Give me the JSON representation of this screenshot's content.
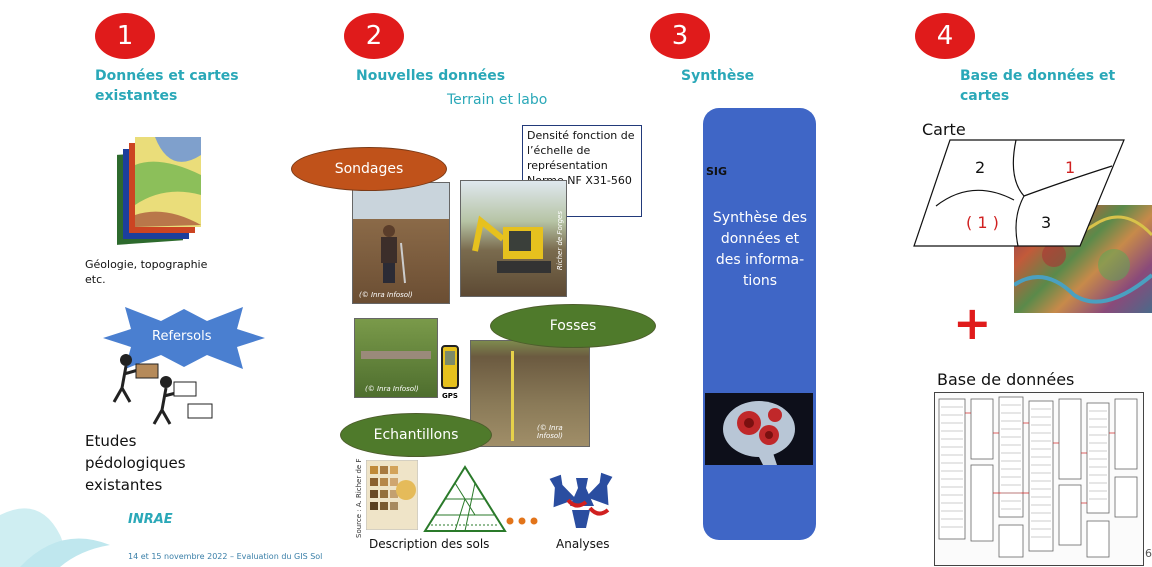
{
  "steps": [
    {
      "number": "1",
      "title": "Données et cartes existantes"
    },
    {
      "number": "2",
      "title": "Nouvelles données",
      "subtitle": "Terrain et labo"
    },
    {
      "number": "3",
      "title": "Synthèse"
    },
    {
      "number": "4",
      "title": "Base de données et cartes"
    }
  ],
  "col1": {
    "geology_label": "Géologie, topographie etc.",
    "refersols_label": "Refersols",
    "etudes_label": "Etudes pédologiques existantes",
    "logo": "INRAE"
  },
  "col2": {
    "note": "Densité fonction de l’échelle de représentation Norme NF X31-560",
    "sondages": "Sondages",
    "fosses": "Fosses",
    "echantillons": "Echantillons",
    "gps": "GPS",
    "credit1": "(© Inra Infosol)",
    "credit2": "(© Inra Infosol)",
    "credit3": "(© Inra Infosol)",
    "credit_vertical": "Richer de Forges",
    "source_vertical": "Source : A. Richer de F",
    "description": "Description des sols",
    "analyses": "Analyses"
  },
  "col3": {
    "sig": "SIG",
    "synthese": "Synthèse des données et des informa-tions"
  },
  "col4": {
    "carte": "Carte",
    "zone1": "2",
    "zone2": "1",
    "zone3": "( 1 )",
    "zone4": "3",
    "plus": "+",
    "base": "Base de données"
  },
  "footer": {
    "text": "14 et 15 novembre 2022 – Evaluation du GIS Sol",
    "page": "6"
  },
  "colors": {
    "accent_red": "#e01b1b",
    "teal": "#2aa8b8",
    "sig_blue": "#3f66c6",
    "orange": "#c0521a",
    "green": "#4f7a2b"
  }
}
